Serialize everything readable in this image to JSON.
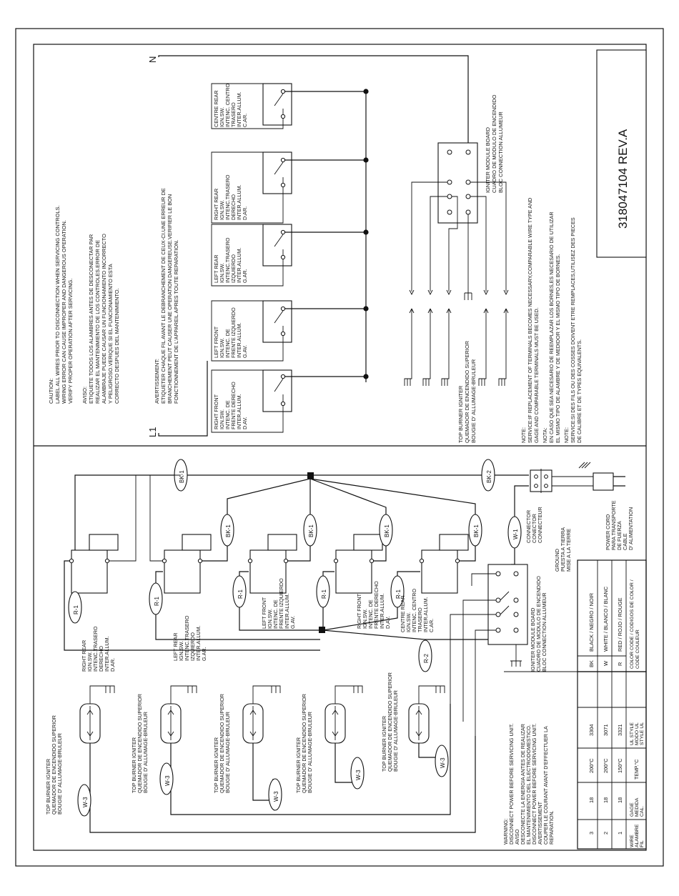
{
  "rotated_top": {
    "label_n": "N",
    "label_l1": "L1",
    "caution": [
      "CAUTION:",
      "LABEL ALL WIRES PRIOR TO DISCONNECTION WHEN SERVICING CONTROLS.",
      "WIRING ERROR CAN CAUSE IMPROPER AND DANGEROUS OPERATION.",
      "VERIFY PROPER OPERATION AFTER SERVICING."
    ],
    "aviso": [
      "AVISO:",
      "ETIQUETE TODOS LOS ALAMBRES ANTES DE DESCONECTAR PAR",
      "REALIZAR EL MANTENIMIENTO DE LOS CONTROLES.ERROR DE",
      "ALAMBRAJE PUEDE CAUSAR UN FUNCIONAMIENTO INCORRECTO",
      "Y PELIGROSO.VERIQUE SI EL FUNCIONAMIENTO ESTA",
      "CORRECTO DESPUES DEL MANTENIMIENTO."
    ],
    "avertissement": [
      "AVERTISSEMENT:",
      "ETIQUETER CHAQUE FIL AVANT LE DEBRANCHEMENT DE CEUX-CI.UNE ERREUR DE",
      "BRANCHEMENT PEUT CAUSER UNE OPERATION DANGEREUSE.VERIFIER LE BON",
      "FONCTIONNEMENT DE L'APPAREIL APRES TOUTE REPARATION."
    ],
    "switches": [
      [
        "RIGHT FRONT",
        "IGN.SW.",
        "INTENC. DE",
        "FRENTE DERECHO",
        "INTER.ALLUM.",
        "D.AV."
      ],
      [
        "LEFT FRONT",
        "IGN.SW.",
        "INTENC. DE",
        "FRENTE IZQUIERDO",
        "INTER.ALLUM.",
        "G.AV."
      ],
      [
        "LEFT REAR",
        "IGN.SW.",
        "INTENC.TRASERO",
        "IZQUIERDO",
        "INTER.ALLUM.",
        "G.AR."
      ],
      [
        "RIGHT REAR",
        "IGN.SW.",
        "INTENC.TRASERO",
        "DERECHO",
        "INTER.ALLUM.",
        "D.AR."
      ],
      [
        "CENTRE REAR",
        "IGN.SW.",
        "INTENC. CENTRO",
        "TRASERO",
        "INTER.ALLUM.",
        "C.AR."
      ]
    ],
    "module": [
      "IGNITER MODULE BOARD",
      "CUADRO DE MODULO DE ENCENDIDO",
      "BLOC CONNECTION ALLUMEUR"
    ],
    "burner": [
      "TOP BURNER IGNITER",
      "QUEMADOR DE ENCENDIDO SUPERIOR",
      "BOUGIE D' ALLUMAGE-BRULEUR"
    ],
    "notes": [
      "NOTE:",
      "SERVICE:IF REPLACEMENT OF TERMINALS BECOMES NECESSARY,COMPARABLE WIRE TYPE AND",
      "GAGE AND COMPARABLE TERMINALS MUST BE USED.",
      "NOTA:",
      "EN CASO QUE SEA NECESARIO DE REEMPLAZAR LOS BORNES,ES NECESARIO DE UTILIZAR",
      "EL MISMO TIPO DE ALAMBRE Y DE MEDIDOR Y EL MISMO TIPO DE BORNES.",
      "NOTE:",
      "SERVICE:SI DES FILS OU DES COSSES DOIVENT ETRE REMPLACES,UTILISEZ DES PIECES",
      "DE CALIBRE ET DE TYPES EQUIVALENTS."
    ],
    "part_number": "318047104 REV.A"
  },
  "rotated_bottom": {
    "wire_labels": {
      "bk1": "BK-1",
      "bk2": "BK-2",
      "w1": "W-1",
      "r1": "R-1",
      "r2": "R-2",
      "w3": "W-3"
    },
    "switches": [
      [
        "RIGHT REAR",
        "IGN.SW.",
        "INTENC.TRASERO",
        "DERECHO",
        "INTER.ALLUM.",
        "D.AR."
      ],
      [
        "LEFT REAR",
        "IGN.SW.",
        "INTENC.TRASERO",
        "IZQUIERDO",
        "INTER.ALLUM.",
        "G.AR."
      ],
      [
        "LEFT FRONT",
        "IGN.SW.",
        "INTENC. DE",
        "FRENTE IZQUIERDO",
        "INTER.ALLUM.",
        "G.AV."
      ],
      [
        "RIGHT FRONT",
        "IGN.SW.",
        "INTENC. DE",
        "FRENTE DERECHO",
        "INTER.ALLUM.",
        "D.AV."
      ],
      [
        "CENTRE REAR",
        "IGN.SW.",
        "INTENC. CENTRO",
        "TRASERO",
        "INTER.ALLUM.",
        "C.AR."
      ]
    ],
    "burner": [
      "TOP BURNER IGNITER",
      "QUEMADOR DE ENCENDIDO SUPERIOR",
      "BOUGIE D' ALLUMAGE-BRULEUR"
    ],
    "module": [
      "IGNITER MODULE BOARD",
      "CUADRO DE MODULO DE ENCENDIDO",
      "BLOC CONNECTION ALLUMEUR"
    ],
    "connector": [
      "CONNECTOR",
      "CONECTOR",
      "CONNECTEUR"
    ],
    "ground": [
      "GROUND",
      "PUESTA A TIERRA",
      "MISE A LA TERRE"
    ],
    "power_cord": [
      "POWER CORD",
      "PARA TRANSPORTE",
      "DE FUERZA",
      "CABLE",
      "D' ALIMENTATION"
    ],
    "warning": [
      "WARNING:",
      "DISCONNECT POWER BEFORE SERVICING UNIT.",
      "AVISO",
      "DESCONECTE LA ENERGIA ANTES DE REALIZAR",
      "EL MANTENIMIENTO DEL ELECTRODOMESTICO.",
      "DISCONNECT POWER BEFORE SERVICING UNIT.",
      "AVERTISSEMENT",
      "COUPER LE COURANT AVANT D'EFFECTUER LA",
      "REPARATION."
    ],
    "wire_table": {
      "headers": [
        [
          "WIRE",
          "ALAMBRE",
          "FIL"
        ],
        [
          "GAGE",
          "MEDIDA",
          "CAL."
        ],
        [
          "TEMP.°C"
        ],
        [
          "UL STYLE",
          "MODO UL",
          "STYLE UL"
        ]
      ],
      "rows": [
        [
          "1",
          "18",
          "150°C",
          "3321"
        ],
        [
          "2",
          "18",
          "200°C",
          "3071"
        ],
        [
          "3",
          "18",
          "200°C",
          "3304"
        ]
      ]
    },
    "color_table": {
      "header": [
        "COLOR CODE / CODIGOS DE COLOR /",
        "CODE COULEUR"
      ],
      "rows": [
        [
          "R",
          "RED / ROJO / ROUGE"
        ],
        [
          "W",
          "WHITE / BLANCO / BLANC"
        ],
        [
          "BK",
          "BLACK / NEGRO / NOIR"
        ]
      ]
    }
  }
}
